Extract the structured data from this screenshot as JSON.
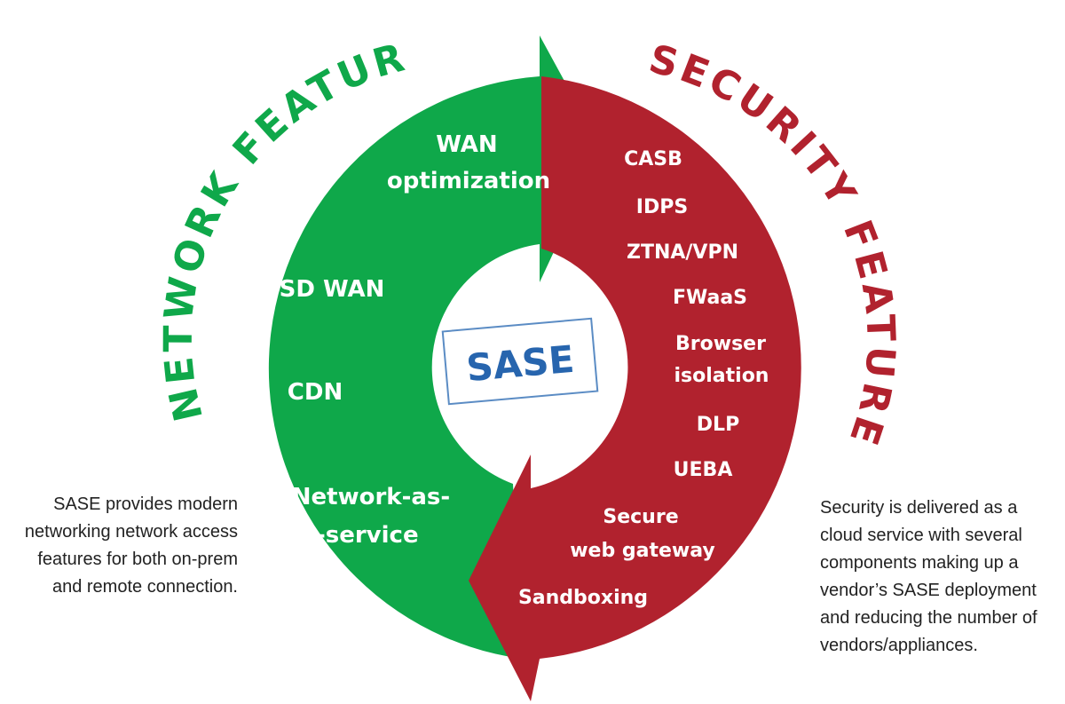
{
  "colors": {
    "network": "#0fa84a",
    "security": "#b1222e",
    "sase": "#2765ae",
    "box_border": "#5b8cc4"
  },
  "headings": {
    "network": "NETWORK  FEATURES",
    "security": "SECURITY  FEATURES"
  },
  "center": {
    "label": "SASE"
  },
  "network_items": [
    "WAN",
    "optimization",
    "SD WAN",
    "CDN",
    "Network-as-",
    "a-service"
  ],
  "security_items": [
    "CASB",
    "IDPS",
    "ZTNA/VPN",
    "FWaaS",
    "Browser",
    "isolation",
    "DLP",
    "UEBA",
    "Secure",
    "web gateway",
    "Sandboxing"
  ],
  "notes": {
    "left": [
      "SASE provides modern",
      "networking network access",
      "features for both on-prem",
      "and remote connection."
    ],
    "right": [
      "Security is delivered as a",
      "cloud service with several",
      "components making up a",
      "vendor’s SASE deployment",
      "and reducing the number of",
      "vendors/appliances."
    ]
  }
}
